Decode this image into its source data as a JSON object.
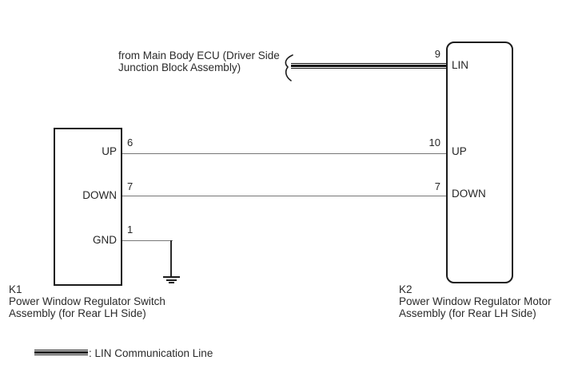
{
  "diagram_type": "wiring-schematic",
  "ecu_note": {
    "line1": "from Main Body ECU (Driver Side",
    "line2": "Junction Block Assembly)"
  },
  "k1": {
    "id": "K1",
    "caption_line1": "Power Window Regulator Switch",
    "caption_line2": "Assembly (for Rear LH Side)",
    "pins": [
      {
        "num": "6",
        "label": "UP"
      },
      {
        "num": "7",
        "label": "DOWN"
      },
      {
        "num": "1",
        "label": "GND"
      }
    ]
  },
  "k2": {
    "id": "K2",
    "caption_line1": "Power Window Regulator Motor",
    "caption_line2": "Assembly (for Rear LH Side)",
    "pins": [
      {
        "num": "9",
        "label": "LIN"
      },
      {
        "num": "10",
        "label": "UP"
      },
      {
        "num": "7",
        "label": "DOWN"
      }
    ]
  },
  "legend": {
    "symbol": "lin-communication-line-symbol",
    "label": ": LIN Communication Line"
  },
  "icons": {
    "ground": "ground-icon",
    "line_break": "line-break-icon"
  },
  "colors": {
    "wire_gray": "#777777",
    "line_black": "#1b1b1b",
    "text": "#2a2a2a",
    "background": "#ffffff"
  }
}
